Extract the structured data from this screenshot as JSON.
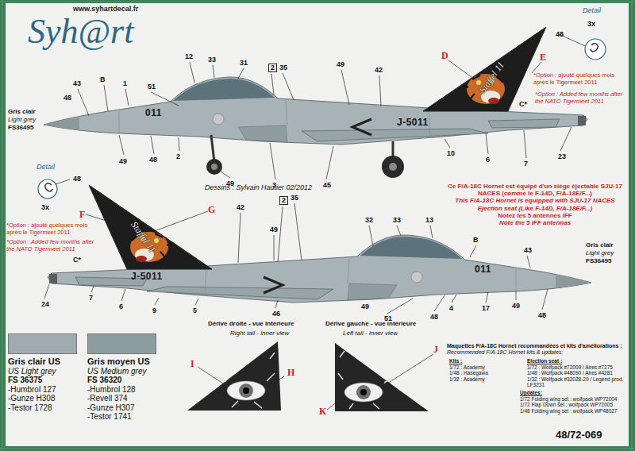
{
  "diagram": {
    "labels": [
      "Syh@rt",
      "www.syhartdecal.fr",
      "Detail",
      "48",
      "3x",
      "Gris clair",
      "Light grey",
      "FS36495",
      "12",
      "33",
      "31",
      "43",
      "B",
      "1",
      "51",
      "48",
      "011",
      "2",
      "35",
      "49",
      "42",
      "D",
      "E",
      "*Option : ajouté quelques mois après le Tigermeet 2011",
      "*Option : Added few months after the NATO Tigermeet 2011",
      "C*",
      "J-5011",
      "Staffel 11",
      "49",
      "48",
      "2",
      "49",
      "3",
      "45",
      "10",
      "6",
      "7",
      "23",
      "Dessins : Sylvain Hautier 02/2012",
      "Ce F/A-18C Hornet est équipé d'un siège éjectable SJU-17 NACES (comme le F-14D, F/A-18E/F...)",
      "This F/A-18C Hornet is equipped with SJU-17 NACES Ejection seat (Like F-14D, F/A-18E/F...)",
      "Notez les 5 antennes IFF",
      "Note the 5 IFF antennas",
      "Detail",
      "48",
      "3x",
      "F",
      "G",
      "*Option : ajouté quelques mois après le Tigermeet 2011",
      "*Option : Added few months after the NATO Tigermeet 2011",
      "C*",
      "Staffel 11",
      "2",
      "35",
      "42",
      "49",
      "32",
      "33",
      "13",
      "B",
      "011",
      "43",
      "Gris clair",
      "Light grey",
      "FS36495",
      "J-5011",
      "24",
      "7",
      "6",
      "9",
      "5",
      "46",
      "49",
      "51",
      "48",
      "4",
      "17",
      "49",
      "48",
      "US Light grey",
      "FS 36375",
      "-Humbrol 127",
      "-Gunze H308",
      "-Testor 1728",
      "US Medium grey",
      "FS 36320",
      "-Humbrol 128",
      "-Revell 374",
      "-Gunze H307",
      "-Testor 1741",
      "Dérive droite - vue intérieure",
      "Right tail - inner view",
      "I",
      "H",
      "Dérive gauche - vue intérieure",
      "Left tail - inner view",
      "J",
      "K",
      "Maquettes F/A-18C Hornet recommandées et kits d'améliorations :",
      "Recommended F/A-18C Hornet kits & updates:",
      "Kits :",
      "1/72 : Academy",
      "1/48 : Hasegawa",
      "1/32 : Academy",
      "Election seat :",
      "1/72 : Wolfpack #72009 / Aires #7275",
      "1/48 : Wolfpack #48090 / Aires #4281",
      "1/32 : Wolfpack #32028-29 / Legend prod. LF3231",
      "Updates:",
      "1/72 Folding wing set : wolfpack WP72004",
      "1/72 Flap Down set : wolfpack WP72005",
      "1/48 Folding wing set : wolfpack WP48027",
      "48/72-069"
    ],
    "legend": [
      {
        "text": "Gris clair US",
        "color": "#9fabb0"
      },
      {
        "text": "Gris moyen US",
        "color": "#8d9da2"
      }
    ]
  }
}
